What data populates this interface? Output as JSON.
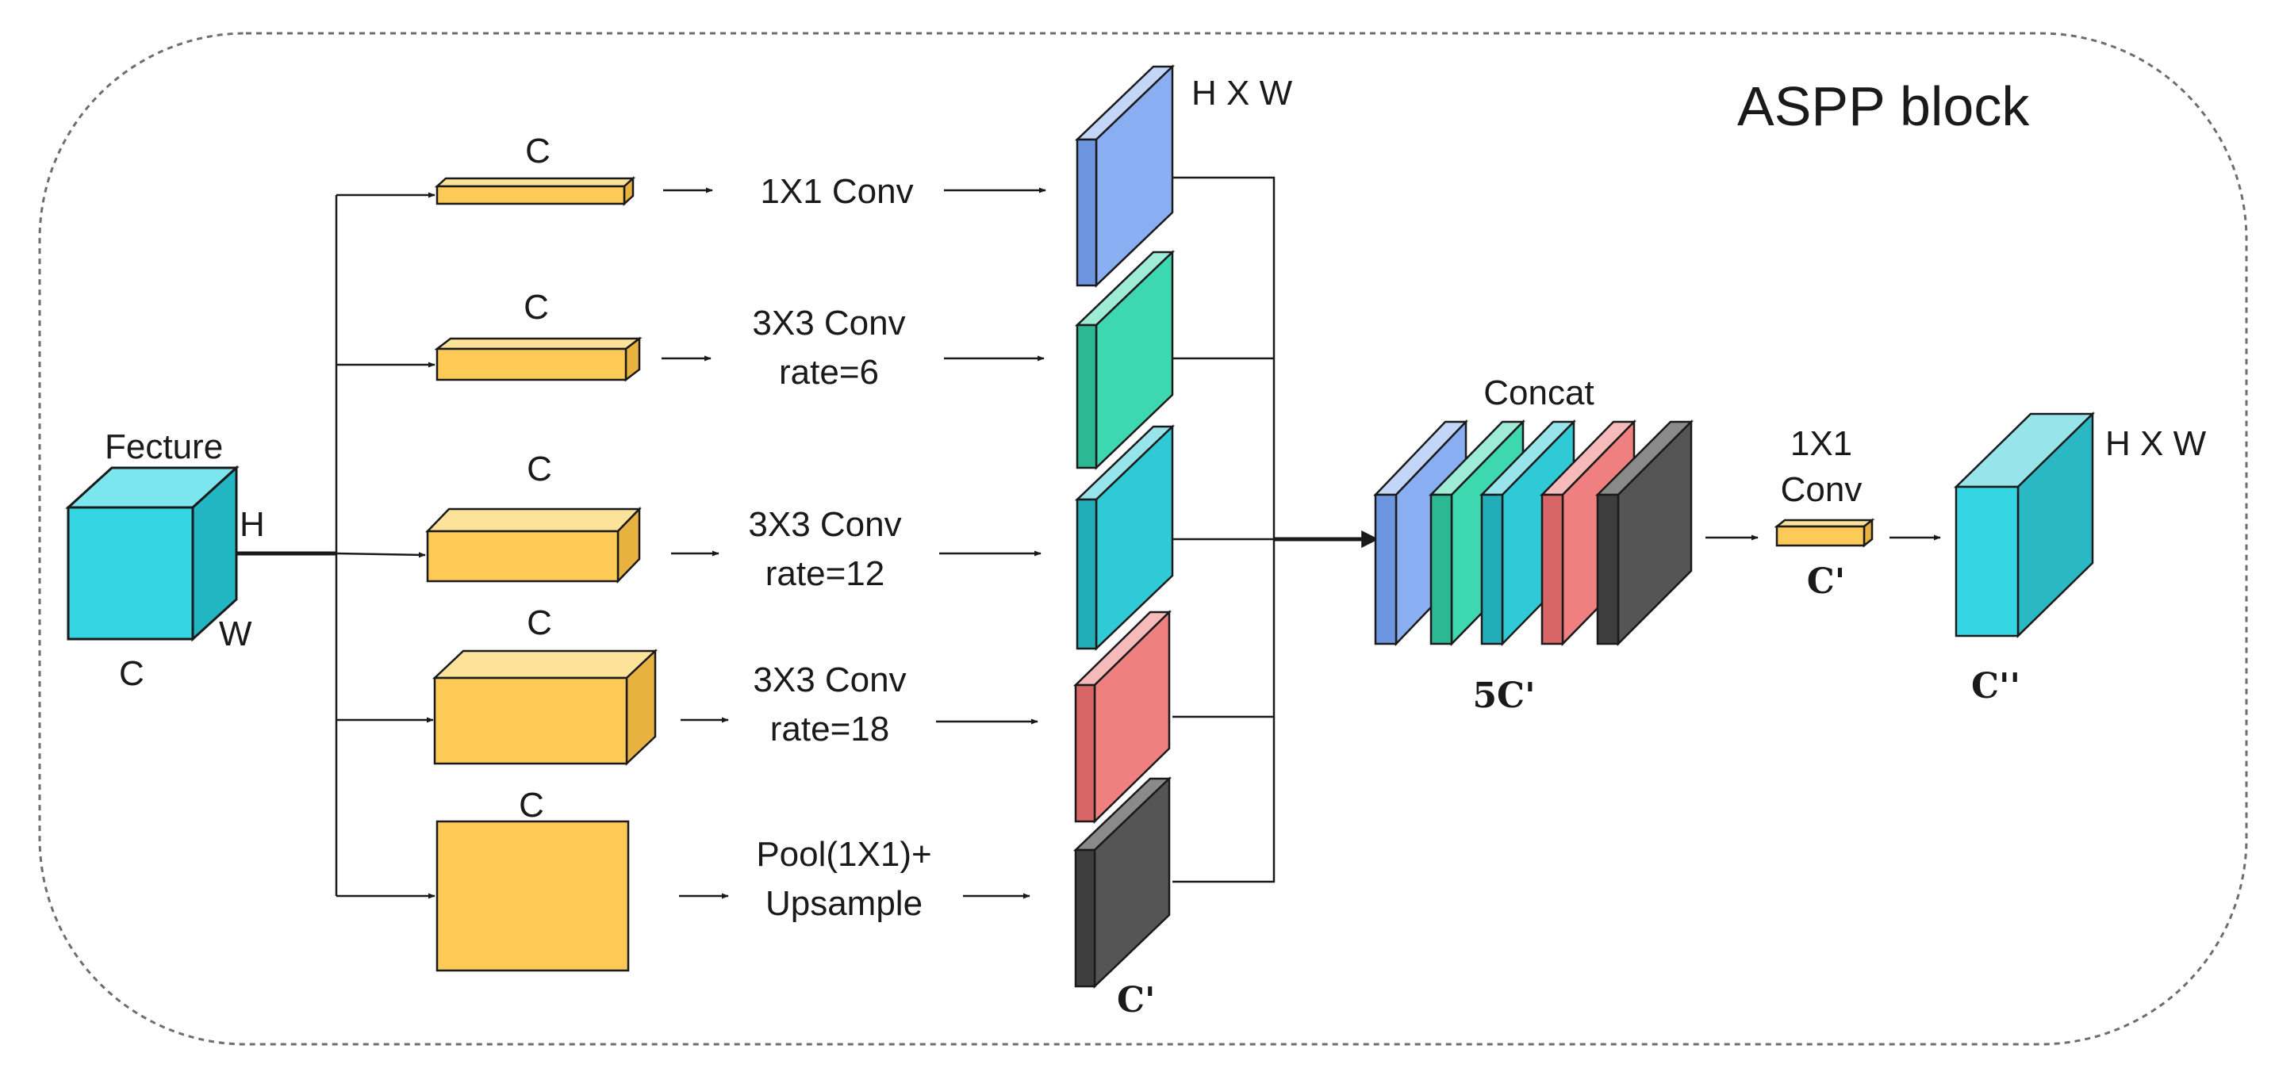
{
  "title": "ASPP block",
  "input": {
    "label": "Fecture",
    "dim_h": "H",
    "dim_w": "W",
    "dim_c": "C"
  },
  "branches": [
    {
      "channel": "C",
      "op_line1": "1X1 Conv",
      "op_line2": ""
    },
    {
      "channel": "C",
      "op_line1": "3X3 Conv",
      "op_line2": "rate=6"
    },
    {
      "channel": "C",
      "op_line1": "3X3 Conv",
      "op_line2": "rate=12"
    },
    {
      "channel": "C",
      "op_line1": "3X3 Conv",
      "op_line2": "rate=18"
    },
    {
      "channel": "C",
      "op_line1": "Pool(1X1)+",
      "op_line2": "Upsample"
    }
  ],
  "branch_output_dims": "H X W",
  "branch_output_channels": "C'",
  "concat": {
    "label": "Concat",
    "channels": "5C'"
  },
  "final_conv": {
    "line1": "1X1",
    "line2": "Conv",
    "channels": "C'"
  },
  "output": {
    "dims": "H X W",
    "channels": "C''"
  },
  "colors": {
    "input_cube": "#33d6e2",
    "feature_bar": "#fdca58",
    "map_blue": "#8aaef2",
    "map_green": "#3dd8b0",
    "map_cyan": "#2fcad6",
    "map_red": "#f08080",
    "map_dark": "#555555",
    "output_cube": "#2fcad6",
    "line": "#1a1a1a",
    "border": "#6e6e6e"
  }
}
